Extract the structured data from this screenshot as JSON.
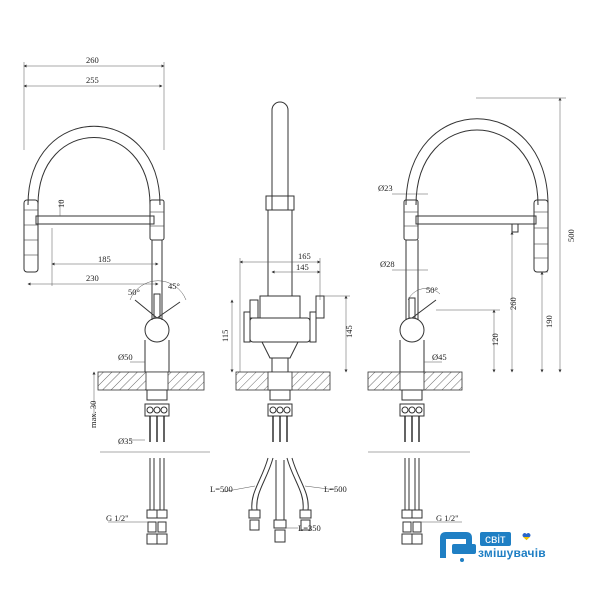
{
  "dimensions": {
    "left_view": {
      "width_overall": "260",
      "width_spout": "255",
      "height_10": "10",
      "len_185": "185",
      "len_230": "230",
      "angle_left": "50°",
      "angle_right": "45°",
      "dia_body": "Ø50",
      "max_thickness": "max. 30",
      "dia_shank": "Ø35",
      "thread": "G 1/2\""
    },
    "middle_view": {
      "len_165": "165",
      "len_145_top": "145",
      "height_115": "115",
      "height_145": "145",
      "hose_left": "L=500",
      "hose_right": "L=500",
      "hose_center": "L=350"
    },
    "right_view": {
      "dia_hose": "Ø23",
      "dia_lower": "Ø28",
      "angle": "50°",
      "dia_body": "Ø45",
      "height_500": "500",
      "height_260": "260",
      "height_190": "190",
      "height_120": "120",
      "thread": "G 1/2\""
    }
  },
  "brand": {
    "line1": "світ",
    "line2": "змішувачів",
    "color_primary": "#1f7fc4",
    "heart_blue": "#2a66c9",
    "heart_yellow": "#f2c500",
    "logo_icon": "faucet-logo-icon"
  }
}
